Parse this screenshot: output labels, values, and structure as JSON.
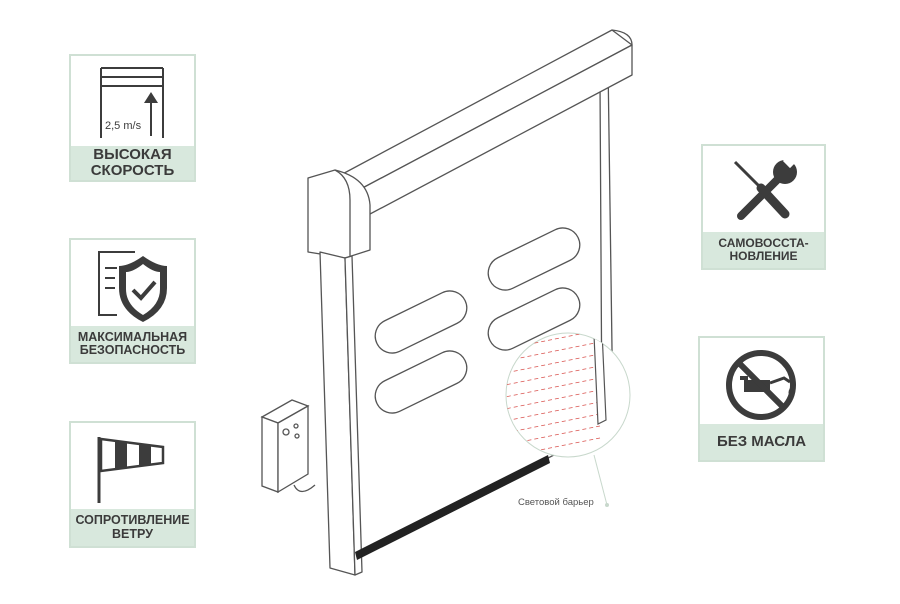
{
  "features": [
    {
      "label_lines": [
        "ВЫСОКАЯ",
        "СКОРОСТЬ"
      ],
      "icon": "speed-icon",
      "speed_text": "2,5 m/s"
    },
    {
      "label_lines": [
        "МАКСИМАЛЬНАЯ",
        "БЕЗОПАСНОСТЬ"
      ],
      "icon": "shield-check-icon"
    },
    {
      "label_lines": [
        "СОПРОТИВЛЕНИЕ",
        "ВЕТРУ"
      ],
      "icon": "windsock-icon"
    },
    {
      "label_lines": [
        "САМОВОССТА-",
        "НОВЛЕНИЕ"
      ],
      "icon": "tools-icon"
    },
    {
      "label_lines": [
        "БЕЗ МАСЛА"
      ],
      "icon": "no-oil-icon"
    }
  ],
  "diagram": {
    "barrier_label": "Световой барьер"
  },
  "colors": {
    "card_border": "#cfe0d4",
    "label_bg": "#d8e8dd",
    "label_text": "#3b3b3b",
    "icon": "#3c3c3c",
    "barrier_lines": "#d9534f"
  }
}
